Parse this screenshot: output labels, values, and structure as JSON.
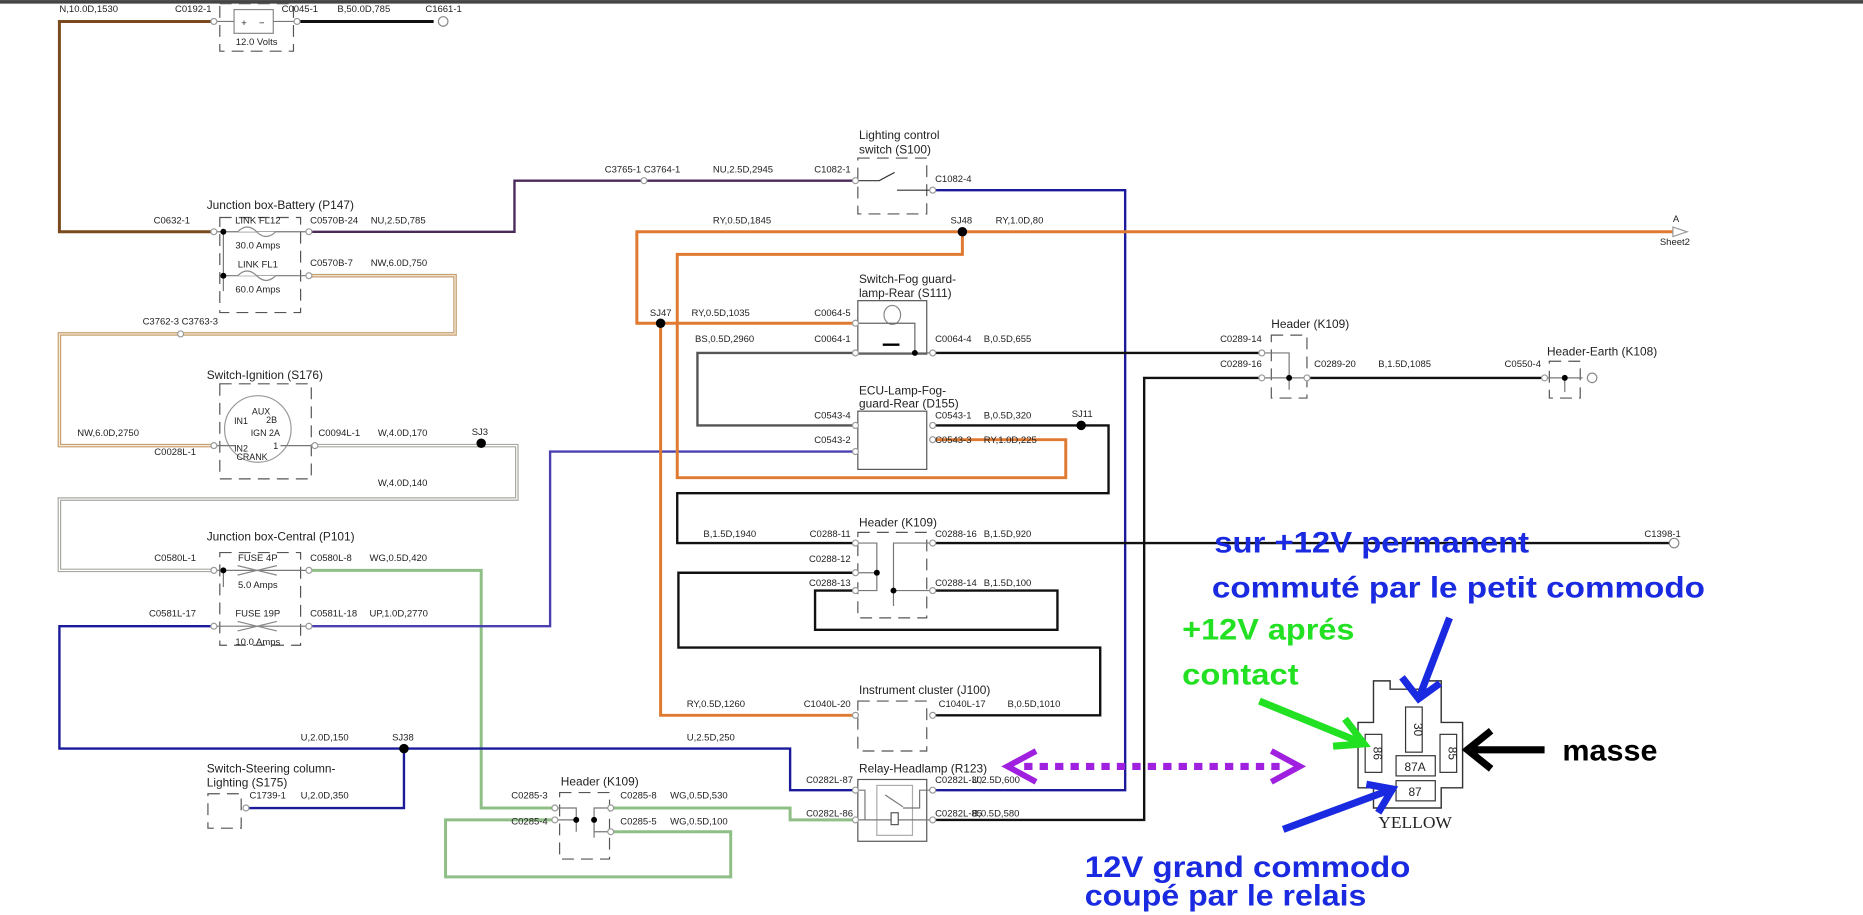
{
  "components": {
    "battery": {
      "voltage": "12.0 Volts"
    },
    "jb_battery": {
      "title": "Junction box-Battery (P147)",
      "fuse1": "LINK FL12",
      "fuse1_rating": "30.0 Amps",
      "fuse2": "LINK FL1",
      "fuse2_rating": "60.0 Amps"
    },
    "ignition": {
      "title": "Switch-Ignition (S176)",
      "pins": [
        "AUX",
        "2B",
        "IN1",
        "IGN 2A",
        "IN2",
        "1",
        "CRANK"
      ]
    },
    "jb_central": {
      "title": "Junction box-Central (P101)",
      "fuse1": "FUSE 4P",
      "fuse1_rating": "5.0 Amps",
      "fuse2": "FUSE 19P",
      "fuse2_rating": "10.0 Amps"
    },
    "steering_switch": {
      "title_line1": "Switch-Steering column-",
      "title_line2": "Lighting (S175)"
    },
    "header_k109_bottom": {
      "title": "Header (K109)"
    },
    "lighting_switch": {
      "title_line1": "Lighting control",
      "title_line2": "switch (S100)"
    },
    "fog_switch": {
      "title_line1": "Switch-Fog guard-",
      "title_line2": "lamp-Rear (S111)"
    },
    "ecu_fog": {
      "title_line1": "ECU-Lamp-Fog-",
      "title_line2": "guard-Rear (D155)"
    },
    "header_k109_mid": {
      "title": "Header (K109)"
    },
    "instrument_cluster": {
      "title": "Instrument cluster (J100)"
    },
    "relay": {
      "title": "Relay-Headlamp (R123)"
    },
    "header_k109_right": {
      "title": "Header (K109)"
    },
    "header_earth": {
      "title": "Header-Earth (K108)"
    },
    "sheet_ref": {
      "letter": "A",
      "sheet": "Sheet2"
    }
  },
  "connectors": [
    "C0192-1",
    "C0045-1",
    "C1661-1",
    "C0632-1",
    "C0570B-24",
    "C0570B-7",
    "C3762-3 C3763-3",
    "C0028L-1",
    "C0094L-1",
    "C0580L-1",
    "C0580L-8",
    "C0581L-17",
    "C0581L-18",
    "C1739-1",
    "C0285-3",
    "C0285-4",
    "C0285-8",
    "C0285-5",
    "C3765-1 C3764-1",
    "C1082-1",
    "C1082-4",
    "C0064-5",
    "C0064-1",
    "C0064-4",
    "C0543-4",
    "C0543-2",
    "C0543-1",
    "C0543-3",
    "C0288-11",
    "C0288-12",
    "C0288-13",
    "C0288-16",
    "C0288-14",
    "C1040L-20",
    "C1040L-17",
    "C0282L-87",
    "C0282L-86",
    "C0282L-30",
    "C0282L-85",
    "C0289-14",
    "C0289-16",
    "C0289-20",
    "C0550-4",
    "C1398-1"
  ],
  "wires": [
    "N,10.0D,1530",
    "B,50.0D,785",
    "NU,2.5D,785",
    "NW,6.0D,750",
    "NW,6.0D,2750",
    "W,4.0D,170",
    "W,4.0D,140",
    "WG,0.5D,420",
    "UP,1.0D,2770",
    "U,2.0D,150",
    "U,2.0D,350",
    "WG,0.5D,530",
    "WG,0.5D,100",
    "NU,2.5D,2945",
    "RY,0.5D,1845",
    "RY,1.0D,80",
    "RY,0.5D,1035",
    "BS,0.5D,2960",
    "B,0.5D,655",
    "B,0.5D,320",
    "RY,1.0D,225",
    "B,1.5D,1940",
    "B,1.5D,920",
    "B,1.5D,100",
    "RY,0.5D,1260",
    "B,0.5D,1010",
    "U,2.5D,250",
    "U,2.5D,600",
    "B,0.5D,580",
    "B,1.5D,1085"
  ],
  "splices": [
    "SJ3",
    "SJ38",
    "SJ47",
    "SJ48",
    "SJ11"
  ],
  "wire_colors": {
    "brown": "#7a4a1e",
    "purple": "#4a2a5a",
    "tan": "#c8a070",
    "white": "#d8d8d0",
    "green": "#8fbf86",
    "violet_blue": "#4a40b0",
    "dark_blue": "#1a1a9a",
    "orange": "#e07a30",
    "black": "#111111",
    "grey": "#555555"
  },
  "annotations": {
    "permanent": "sur +12V permanent",
    "switched": "commuté par le petit commodo",
    "ignition_line1": "+12V aprés",
    "ignition_line2": "contact",
    "ground": "masse",
    "high_beam_line1": "12V grand commodo",
    "high_beam_line2": "coupé par le relais",
    "colors": {
      "blue": "#1a2ae0",
      "green": "#22e022",
      "black": "#000000",
      "purple": "#a020e0"
    }
  },
  "relay_pinout": {
    "pins": [
      "30",
      "86",
      "87A",
      "85",
      "87"
    ],
    "color_label": "YELLOW"
  }
}
